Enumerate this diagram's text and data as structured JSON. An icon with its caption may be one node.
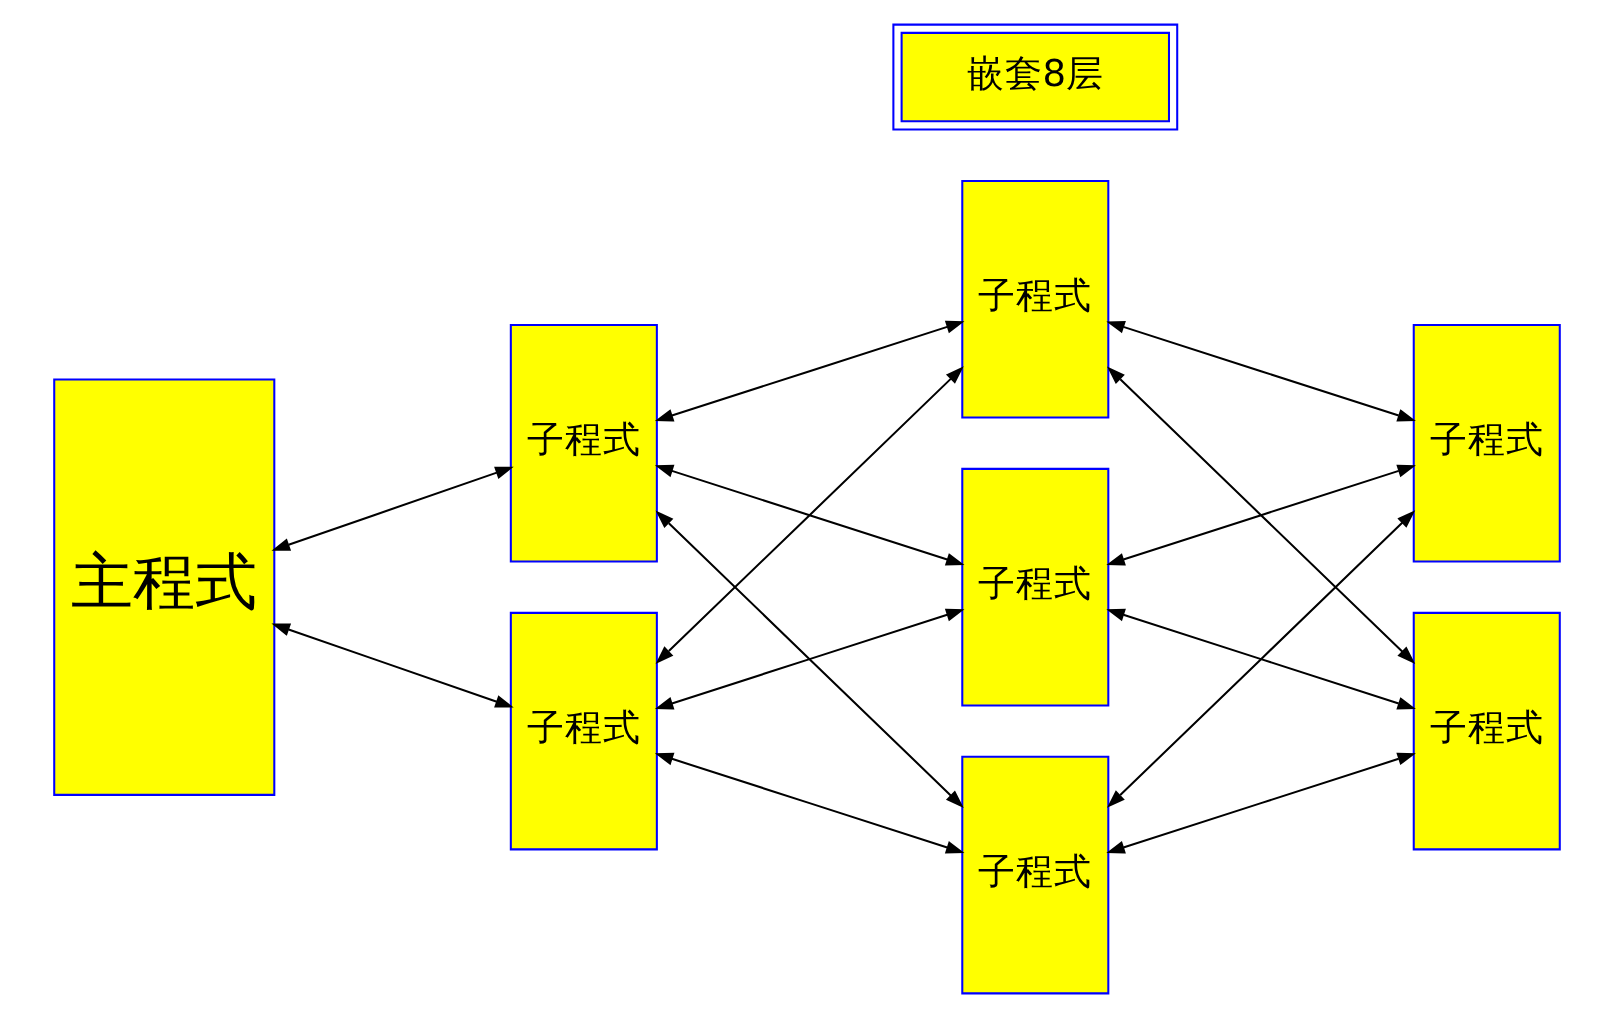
{
  "diagram": {
    "nodes": [
      {
        "text": [
          "嵌套8层"
        ]
      },
      {
        "text": [
          "主程式"
        ]
      },
      {
        "text": [
          "子程式"
        ]
      },
      {
        "text": [
          "子程式"
        ]
      },
      {
        "text": [
          "子程式"
        ]
      },
      {
        "text": [
          "子程式"
        ]
      },
      {
        "text": [
          "子程式"
        ]
      },
      {
        "text": [
          "子程式"
        ]
      },
      {
        "text": [
          "子程式"
        ]
      }
    ],
    "edges": [
      {
        "from": 1,
        "to": 2,
        "arrow": "both"
      },
      {
        "from": 1,
        "to": 3,
        "arrow": "both"
      },
      {
        "from": 2,
        "to": 4,
        "arrow": "both"
      },
      {
        "from": 2,
        "to": 5,
        "arrow": "both"
      },
      {
        "from": 2,
        "to": 6,
        "arrow": "both"
      },
      {
        "from": 3,
        "to": 4,
        "arrow": "both"
      },
      {
        "from": 3,
        "to": 5,
        "arrow": "both"
      },
      {
        "from": 3,
        "to": 6,
        "arrow": "both"
      },
      {
        "from": 4,
        "to": 7,
        "arrow": "both"
      },
      {
        "from": 4,
        "to": 8,
        "arrow": "both"
      },
      {
        "from": 5,
        "to": 7,
        "arrow": "both"
      },
      {
        "from": 5,
        "to": 8,
        "arrow": "both"
      },
      {
        "from": 6,
        "to": 7,
        "arrow": "both"
      },
      {
        "from": 6,
        "to": 8,
        "arrow": "both"
      }
    ]
  }
}
